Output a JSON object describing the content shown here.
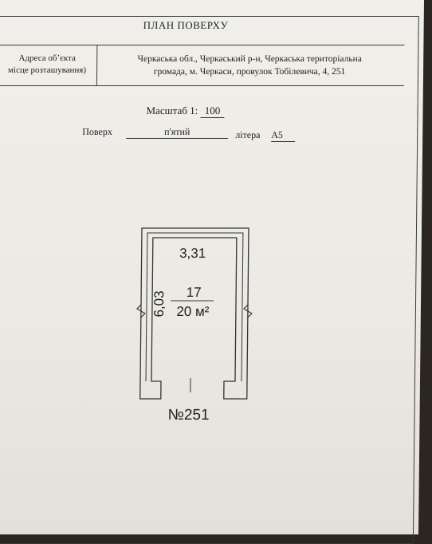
{
  "title": "ПЛАН ПОВЕРХУ",
  "address": {
    "label_line1": "Адреса об’єкта",
    "label_line2": "місце розташування)",
    "value_line1": "Черкаська обл., Черкаський р-н, Черкаська територіальна",
    "value_line2": "громада, м. Черкаси, провулок Тобілевича, 4, 251"
  },
  "scale": {
    "label": "Масштаб 1:",
    "value": "100"
  },
  "floor": {
    "label": "Поверх",
    "value": "п'ятий"
  },
  "litera": {
    "label": "літера",
    "value": "А5"
  },
  "room": {
    "width": "3,31",
    "length": "6,03",
    "number": "17",
    "area": "20 м²"
  },
  "apartment": "№251"
}
